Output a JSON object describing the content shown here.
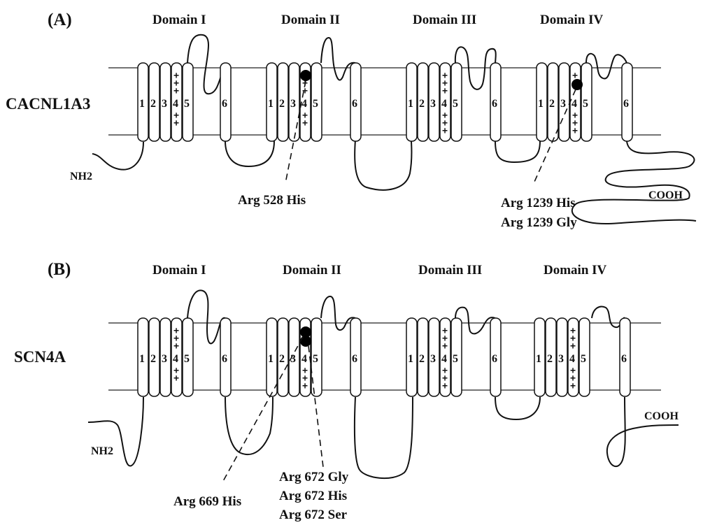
{
  "panel_a": {
    "label": "(A)",
    "gene": "CACNL1A3",
    "domains": [
      "Domain I",
      "Domain II",
      "Domain III",
      "Domain IV"
    ],
    "n_terminus": "NH2",
    "c_terminus": "COOH",
    "segments": [
      "1",
      "2",
      "3",
      "4",
      "5",
      "6"
    ],
    "mutations": [
      {
        "label": "Arg 528 His",
        "domain": "Domain II",
        "segment": "4"
      },
      {
        "label": "Arg 1239 His",
        "domain": "Domain IV",
        "segment": "4"
      },
      {
        "label": "Arg 1239 Gly",
        "domain": "Domain IV",
        "segment": "4"
      }
    ]
  },
  "panel_b": {
    "label": "(B)",
    "gene": "SCN4A",
    "domains": [
      "Domain I",
      "Domain II",
      "Domain III",
      "Domain IV"
    ],
    "n_terminus": "NH2",
    "c_terminus": "COOH",
    "segments": [
      "1",
      "2",
      "3",
      "4",
      "5",
      "6"
    ],
    "mutations": [
      {
        "label": "Arg 669 His",
        "domain": "Domain II",
        "segment": "4"
      },
      {
        "label": "Arg 672 Gly",
        "domain": "Domain II",
        "segment": "4"
      },
      {
        "label": "Arg 672 His",
        "domain": "Domain II",
        "segment": "4"
      },
      {
        "label": "Arg 672 Ser",
        "domain": "Domain II",
        "segment": "4"
      }
    ]
  },
  "colors": {
    "ink": "#111111",
    "background": "#ffffff"
  }
}
